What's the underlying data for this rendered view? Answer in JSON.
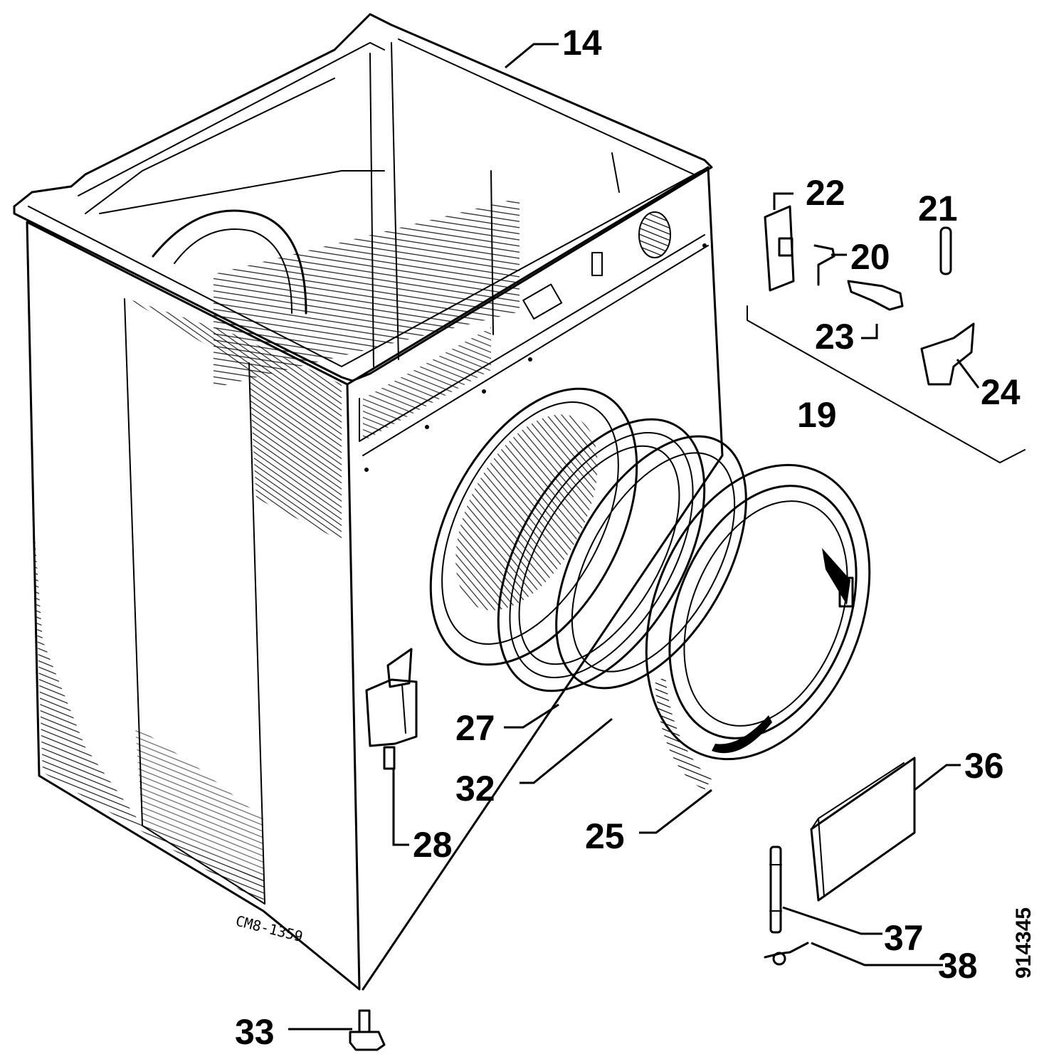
{
  "diagram": {
    "callouts": [
      {
        "id": "14",
        "label": "14"
      },
      {
        "id": "22",
        "label": "22"
      },
      {
        "id": "21",
        "label": "21"
      },
      {
        "id": "20",
        "label": "20"
      },
      {
        "id": "23",
        "label": "23"
      },
      {
        "id": "24",
        "label": "24"
      },
      {
        "id": "19",
        "label": "19"
      },
      {
        "id": "27",
        "label": "27"
      },
      {
        "id": "32",
        "label": "32"
      },
      {
        "id": "28",
        "label": "28"
      },
      {
        "id": "25",
        "label": "25"
      },
      {
        "id": "36",
        "label": "36"
      },
      {
        "id": "37",
        "label": "37"
      },
      {
        "id": "38",
        "label": "38"
      },
      {
        "id": "33",
        "label": "33"
      }
    ],
    "drawing_ref": "CM8-1359",
    "document_id": "914345"
  }
}
